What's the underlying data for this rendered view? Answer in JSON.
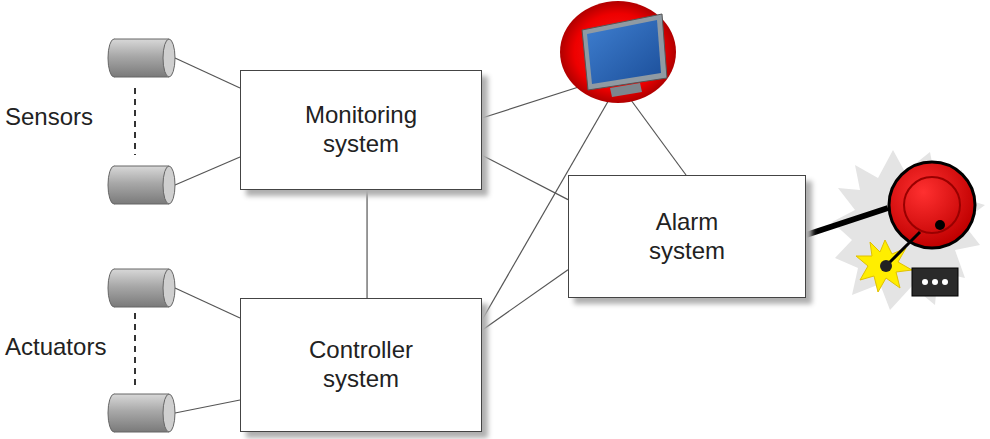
{
  "diagram": {
    "nodes": [
      {
        "text": [
          "Monitoring system"
        ]
      },
      {
        "text": [
          "Alarm system"
        ]
      },
      {
        "text": [
          "Controller system"
        ]
      }
    ],
    "edges": [
      {
        "from": 0,
        "to": 2,
        "arrow": "none"
      },
      {
        "from": 0,
        "to": 1,
        "arrow": "none"
      },
      {
        "from": 2,
        "to": 1,
        "arrow": "none"
      }
    ],
    "labels": [
      "Sensors",
      "Actuators"
    ]
  }
}
